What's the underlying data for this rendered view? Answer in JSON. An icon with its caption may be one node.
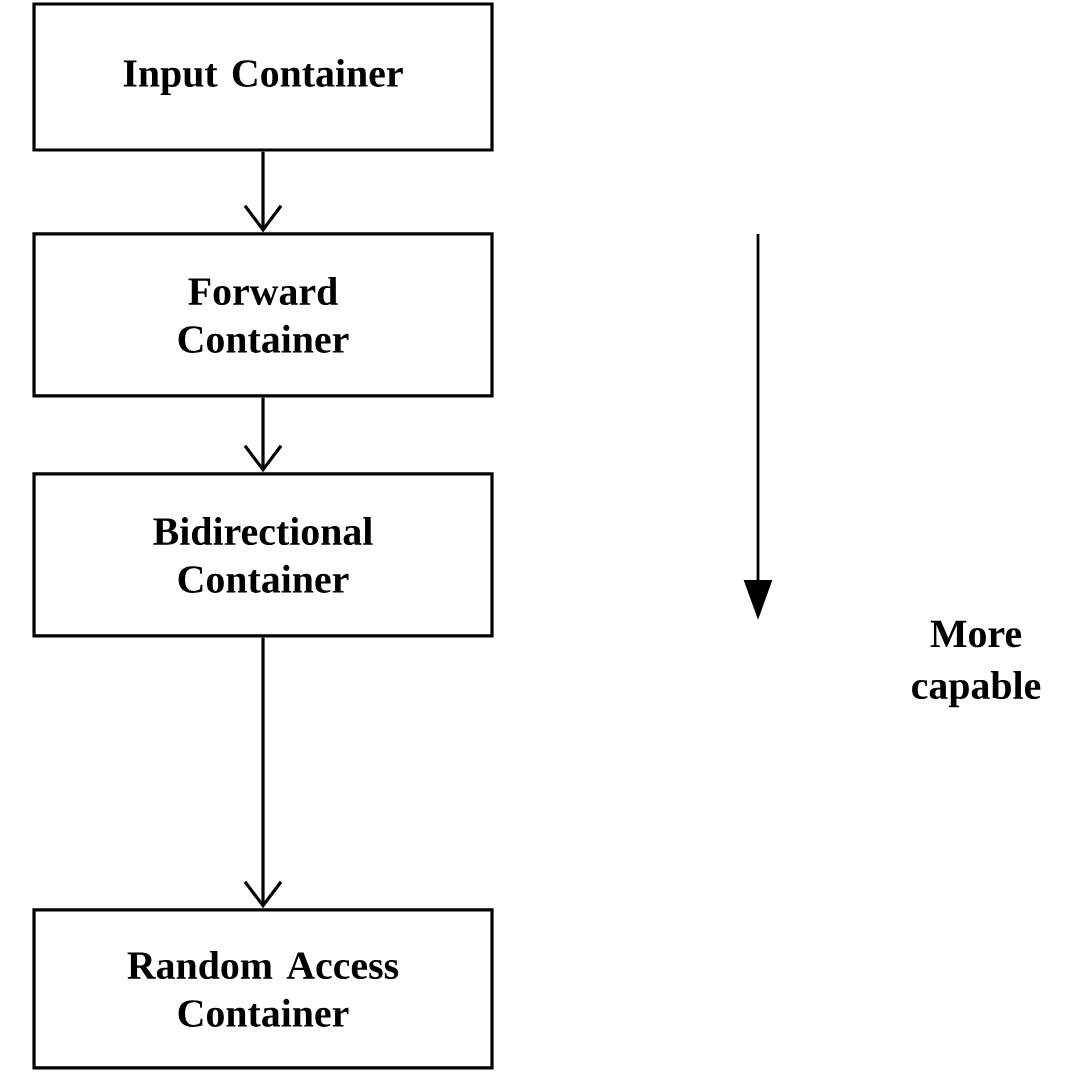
{
  "diagram": {
    "nodes": [
      {
        "text": [
          "Input Container"
        ]
      },
      {
        "text": [
          "Forward Container"
        ]
      },
      {
        "text": [
          "Bidirectional Container"
        ]
      },
      {
        "text": [
          "Random Access Container"
        ]
      }
    ],
    "edges": [
      {
        "from": 0,
        "to": 1,
        "arrow": "to"
      },
      {
        "from": 1,
        "to": 2,
        "arrow": "to"
      },
      {
        "from": 2,
        "to": 3,
        "arrow": "to"
      }
    ],
    "labels": [
      "More capable"
    ]
  }
}
